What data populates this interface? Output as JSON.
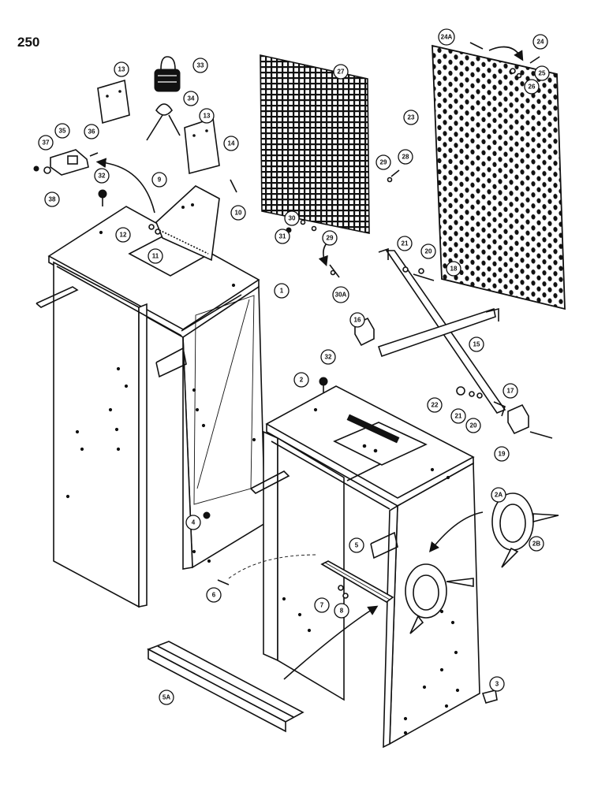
{
  "page_number": "250",
  "callouts": [
    {
      "key": "1",
      "label": "1"
    },
    {
      "key": "2",
      "label": "2"
    },
    {
      "key": "2A",
      "label": "2A"
    },
    {
      "key": "2B",
      "label": "2B"
    },
    {
      "key": "3",
      "label": "3"
    },
    {
      "key": "4",
      "label": "4"
    },
    {
      "key": "5",
      "label": "5"
    },
    {
      "key": "5A",
      "label": "5A"
    },
    {
      "key": "6",
      "label": "6"
    },
    {
      "key": "7",
      "label": "7"
    },
    {
      "key": "8",
      "label": "8"
    },
    {
      "key": "9",
      "label": "9"
    },
    {
      "key": "10",
      "label": "10"
    },
    {
      "key": "11",
      "label": "11"
    },
    {
      "key": "12",
      "label": "12"
    },
    {
      "key": "13a",
      "label": "13"
    },
    {
      "key": "13b",
      "label": "13"
    },
    {
      "key": "14",
      "label": "14"
    },
    {
      "key": "15",
      "label": "15"
    },
    {
      "key": "16",
      "label": "16"
    },
    {
      "key": "17",
      "label": "17"
    },
    {
      "key": "18",
      "label": "18"
    },
    {
      "key": "19",
      "label": "19"
    },
    {
      "key": "20a",
      "label": "20"
    },
    {
      "key": "20b",
      "label": "20"
    },
    {
      "key": "21a",
      "label": "21"
    },
    {
      "key": "21b",
      "label": "21"
    },
    {
      "key": "22",
      "label": "22"
    },
    {
      "key": "23",
      "label": "23"
    },
    {
      "key": "24",
      "label": "24"
    },
    {
      "key": "24A",
      "label": "24A"
    },
    {
      "key": "25",
      "label": "25"
    },
    {
      "key": "26",
      "label": "26"
    },
    {
      "key": "27",
      "label": "27"
    },
    {
      "key": "28",
      "label": "28"
    },
    {
      "key": "29a",
      "label": "29"
    },
    {
      "key": "29b",
      "label": "29"
    },
    {
      "key": "30",
      "label": "30"
    },
    {
      "key": "30A",
      "label": "30A"
    },
    {
      "key": "31",
      "label": "31"
    },
    {
      "key": "32a",
      "label": "32"
    },
    {
      "key": "32b",
      "label": "32"
    },
    {
      "key": "33",
      "label": "33"
    },
    {
      "key": "34",
      "label": "34"
    },
    {
      "key": "35",
      "label": "35"
    },
    {
      "key": "36",
      "label": "36"
    },
    {
      "key": "37",
      "label": "37"
    },
    {
      "key": "38",
      "label": "38"
    }
  ]
}
